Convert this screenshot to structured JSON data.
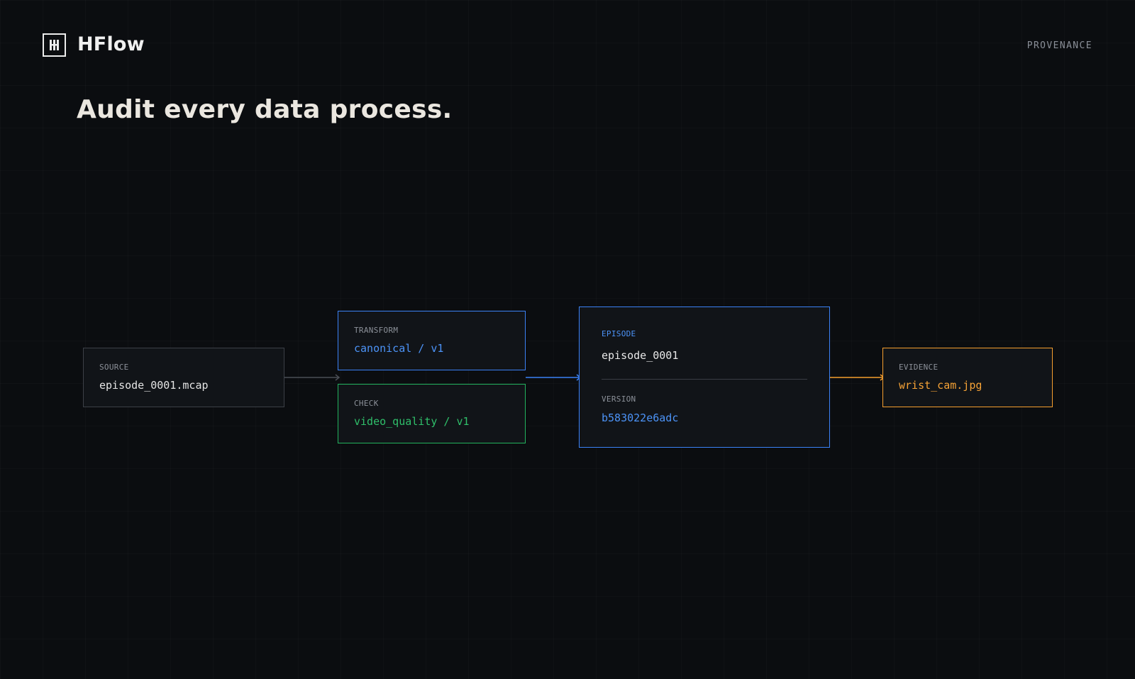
{
  "header": {
    "brand": "HFlow",
    "nav_label": "PROVENANCE"
  },
  "headline": "Audit every data process.",
  "diagram": {
    "source": {
      "kicker": "SOURCE",
      "value": "episode_0001.mcap"
    },
    "transform": {
      "kicker": "TRANSFORM",
      "value": "canonical / v1"
    },
    "check": {
      "kicker": "CHECK",
      "value": "video_quality / v1"
    },
    "episode": {
      "kicker": "EPISODE",
      "value": "episode_0001",
      "version_kicker": "VERSION",
      "version_value": "b583022e6adc"
    },
    "evidence": {
      "kicker": "EVIDENCE",
      "value": "wrist_cam.jpg"
    }
  },
  "colors": {
    "background": "#0b0d10",
    "transform_accent": "#3b82f6",
    "check_accent": "#22b35e",
    "evidence_accent": "#f59e2e",
    "neutral_border": "#3c4047"
  },
  "icons": {
    "logo": "hflow-logo-icon"
  }
}
